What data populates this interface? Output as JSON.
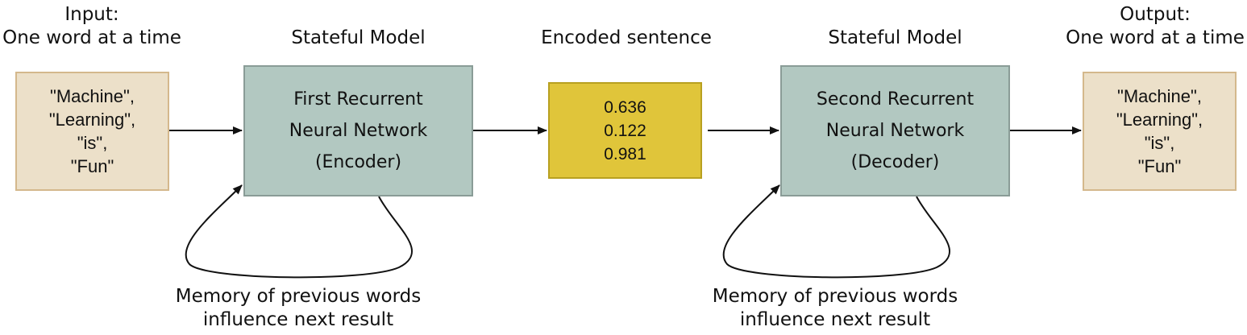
{
  "input": {
    "heading": [
      "Input:",
      "One word at a time"
    ],
    "words": [
      "\"Machine\",",
      "\"Learning\",",
      "\"is\",",
      "\"Fun\""
    ]
  },
  "encoder": {
    "heading": "Stateful Model",
    "lines": [
      "First Recurrent",
      "Neural Network",
      "(Encoder)"
    ],
    "memory_caption": [
      "Memory of previous words",
      "influence next result"
    ]
  },
  "encoded": {
    "heading": "Encoded sentence",
    "values": [
      "0.636",
      "0.122",
      "0.981"
    ]
  },
  "decoder": {
    "heading": "Stateful Model",
    "lines": [
      "Second Recurrent",
      "Neural Network",
      "(Decoder)"
    ],
    "memory_caption": [
      "Memory of previous words",
      "influence next result"
    ]
  },
  "output": {
    "heading": [
      "Output:",
      "One word at a time"
    ],
    "words": [
      "\"Machine\",",
      "\"Learning\",",
      "\"is\",",
      "\"Fun\""
    ]
  },
  "colors": {
    "word_box_fill": "#ece0c9",
    "word_box_stroke": "#d4b88c",
    "rnn_box_fill": "#b2c8c1",
    "rnn_box_stroke": "#8a9c97",
    "encoded_fill": "#e0c53a",
    "encoded_stroke": "#b8a020",
    "line": "#111111"
  }
}
